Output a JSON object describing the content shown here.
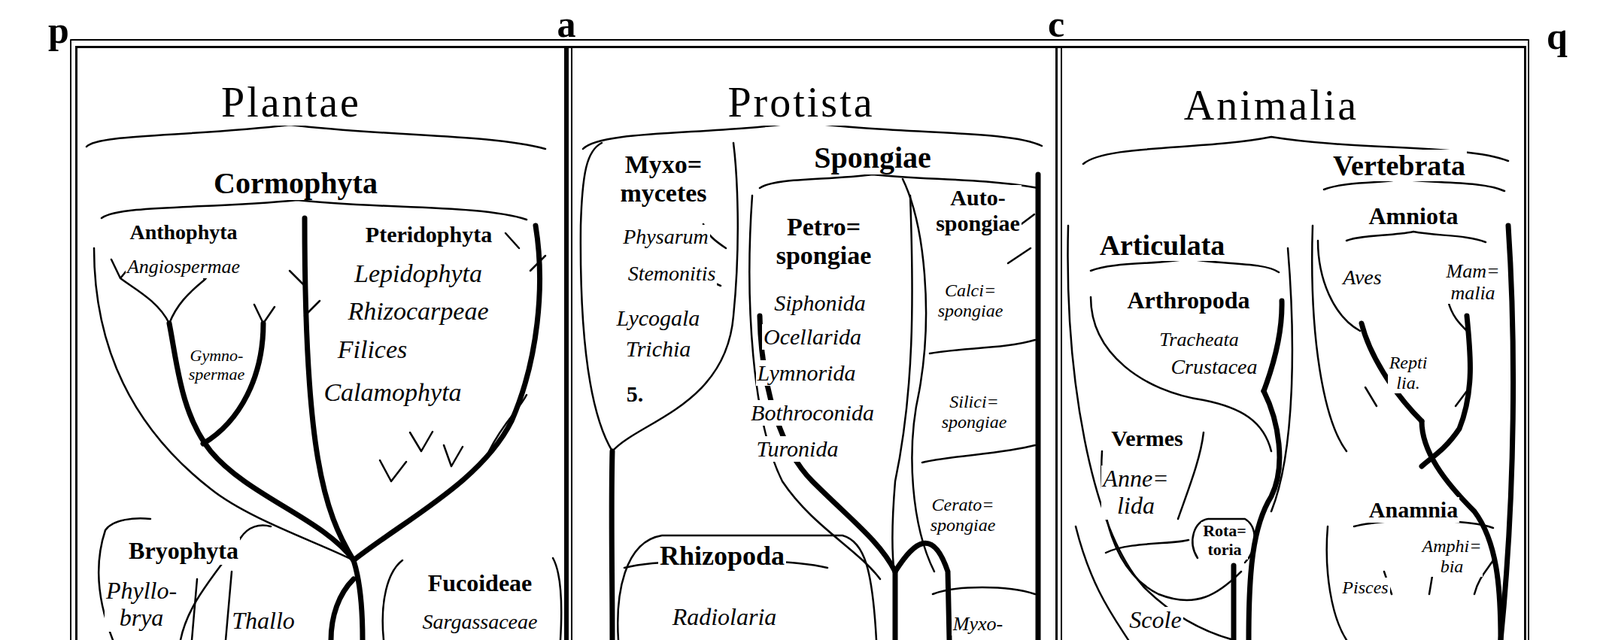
{
  "diagram": {
    "nodes": [
      {
        "text": [
          "Plantae",
          "Cormophyta",
          "Anthophyta",
          "Angiospermae",
          "Gymno- spermae",
          "Pteridophyta",
          "Lepidophyta",
          "Rhizocarpeae",
          "Filices",
          "Calamophyta",
          "Bryophyta",
          "Phyllo- brya",
          "Thallo",
          "Fucoideae",
          "Sargassaceae"
        ]
      },
      {
        "text": [
          "Protista",
          "Myxo= mycetes",
          "Physarum",
          "Stemonitis",
          "Lycogala",
          "Trichia",
          "5.",
          "Spongiae",
          "Petro= spongiae",
          "Siphonida",
          "Ocellarida",
          "Lymnorida",
          "Bothroconida",
          "Turonida",
          "Auto- spongiae",
          "Calci= spongiae",
          "Silici= spongiae",
          "Cerato= spongiae",
          "Myxo-",
          "Rhizopoda",
          "Radiolaria"
        ]
      },
      {
        "text": [
          "Animalia",
          "Vertebrata",
          "Amniota",
          "Aves",
          "Mam= malia",
          "Repti lia.",
          "Articulata",
          "Arthropoda",
          "Tracheata",
          "Crustacea",
          "Vermes",
          "Anne= lida",
          "Rota= toria",
          "Scole",
          "Anamnia",
          "Amphi= bia",
          "Pisces"
        ]
      }
    ],
    "labels": [
      "p",
      "a",
      "c",
      "q"
    ]
  }
}
